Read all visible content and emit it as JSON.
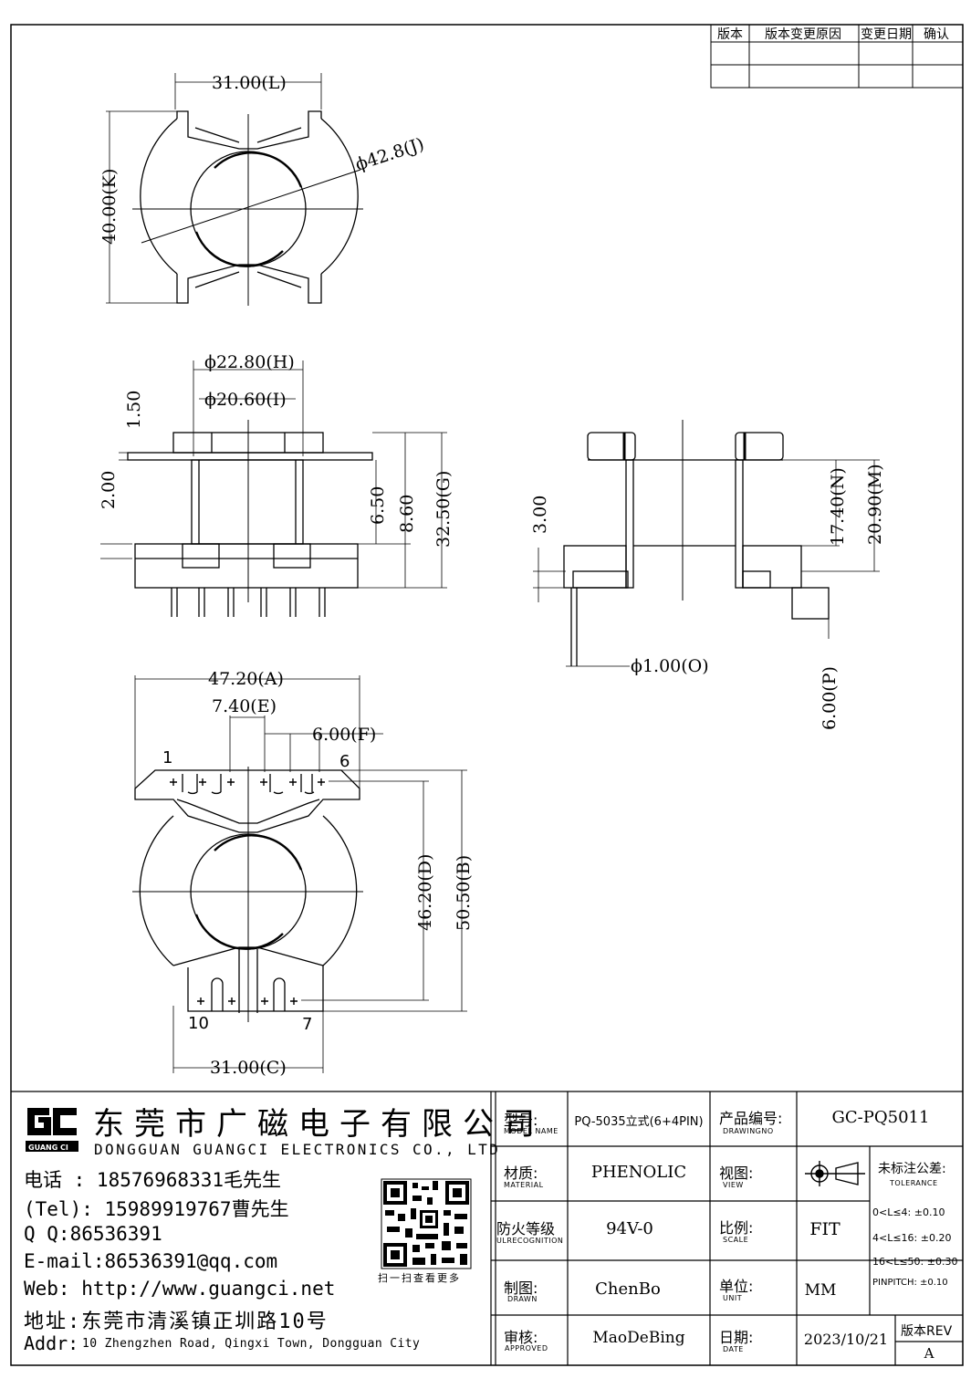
{
  "revision_table": {
    "headers": [
      "版本",
      "版本变更原因",
      "变更日期",
      "确认"
    ]
  },
  "dimensions": {
    "top_width": "31.00(L)",
    "top_height": "40.00(K)",
    "top_diameter": "ϕ42.8(J)",
    "front_d_h": "ϕ22.80(H)",
    "front_d_i": "ϕ20.60(I)",
    "front_1_50": "1.50",
    "front_2_00": "2.00",
    "front_6_50": "6.50",
    "front_8_60": "8.60",
    "front_g": "32.50(G)",
    "side_3_00": "3.00",
    "side_n": "17.40(N)",
    "side_m": "20.90(M)",
    "side_o": "ϕ1.00(O)",
    "side_p": "6.00(P)",
    "bottom_a": "47.20(A)",
    "bottom_e": "7.40(E)",
    "bottom_f": "6.00(F)",
    "bottom_d": "46.20(D)",
    "bottom_b": "50.50(B)",
    "bottom_c": "31.00(C)",
    "pin_1": "1",
    "pin_6": "6",
    "pin_10": "10",
    "pin_7": "7"
  },
  "company": {
    "logo_text": "GUANG CI",
    "name_cn": "东莞市广磁电子有限公司",
    "name_en": "DONGGUAN GUANGCI ELECTRONICS CO., LTD",
    "phone1": "电话 : 18576968331毛先生",
    "phone2": "(Tel): 15989919767曹先生",
    "qq": "Q Q:86536391",
    "email": "E-mail:86536391@qq.com",
    "web": "Web: http://www.guangci.net",
    "addr_cn": "地址:东莞市清溪镇正圳路10号",
    "addr_en_label": "Addr:",
    "addr_en": "10 Zhengzhen Road, Qingxi Town, Dongguan City",
    "qr_caption": "扫一扫查看更多"
  },
  "title_block": {
    "model_cn": "型号:",
    "model_en": "MODEL NAME",
    "model_value": "PQ-5035立式(6+4PIN)",
    "drawingno_cn": "产品编号:",
    "drawingno_en": "DRAWINGNO",
    "drawingno_value": "GC-PQ5011",
    "material_cn": "材质:",
    "material_en": "MATERIAL",
    "material_value": "PHENOLIC",
    "view_cn": "视图:",
    "view_en": "VIEW",
    "tolerance_cn": "未标注公差:",
    "tolerance_en": "TOLERANCE",
    "tol_1": "0<L≤4: ±0.10",
    "tol_2": "4<L≤16: ±0.20",
    "tol_3": "16<L≤50: ±0.30",
    "tol_4": "PINPITCH: ±0.10",
    "fire_cn": "防火等级",
    "fire_en": "ULRECOGNITION",
    "fire_value": "94V-0",
    "scale_cn": "比例:",
    "scale_en": "SCALE",
    "scale_value": "FIT",
    "drawn_cn": "制图:",
    "drawn_en": "DRAWN",
    "drawn_value": "ChenBo",
    "unit_cn": "单位:",
    "unit_en": "UNIT",
    "unit_value": "MM",
    "approved_cn": "审核:",
    "approved_en": "APPROVED",
    "approved_value": "MaoDeBing",
    "date_cn": "日期:",
    "date_en": "DATE",
    "date_value": "2023/10/21",
    "rev_label": "版本REV",
    "rev_value": "A"
  }
}
